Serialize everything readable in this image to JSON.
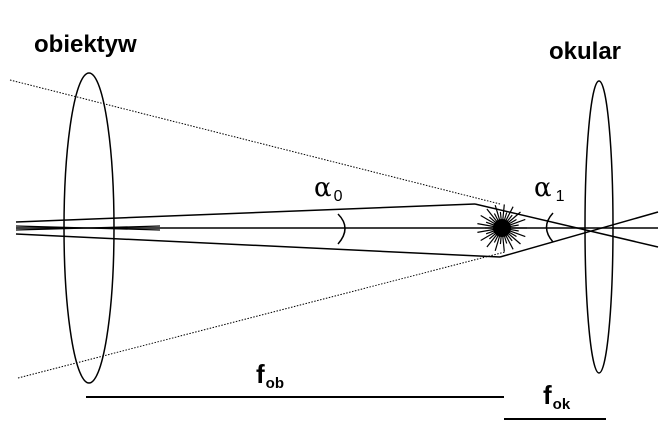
{
  "labels": {
    "objective": "obiektyw",
    "eyepiece": "okular",
    "alpha0": {
      "symbol": "α",
      "subscript": "0"
    },
    "alpha1": {
      "symbol": "α",
      "subscript": "1"
    },
    "f_objective": {
      "main": "f",
      "subscript": "ob"
    },
    "f_eyepiece": {
      "main": "f",
      "subscript": "ok"
    }
  }
}
